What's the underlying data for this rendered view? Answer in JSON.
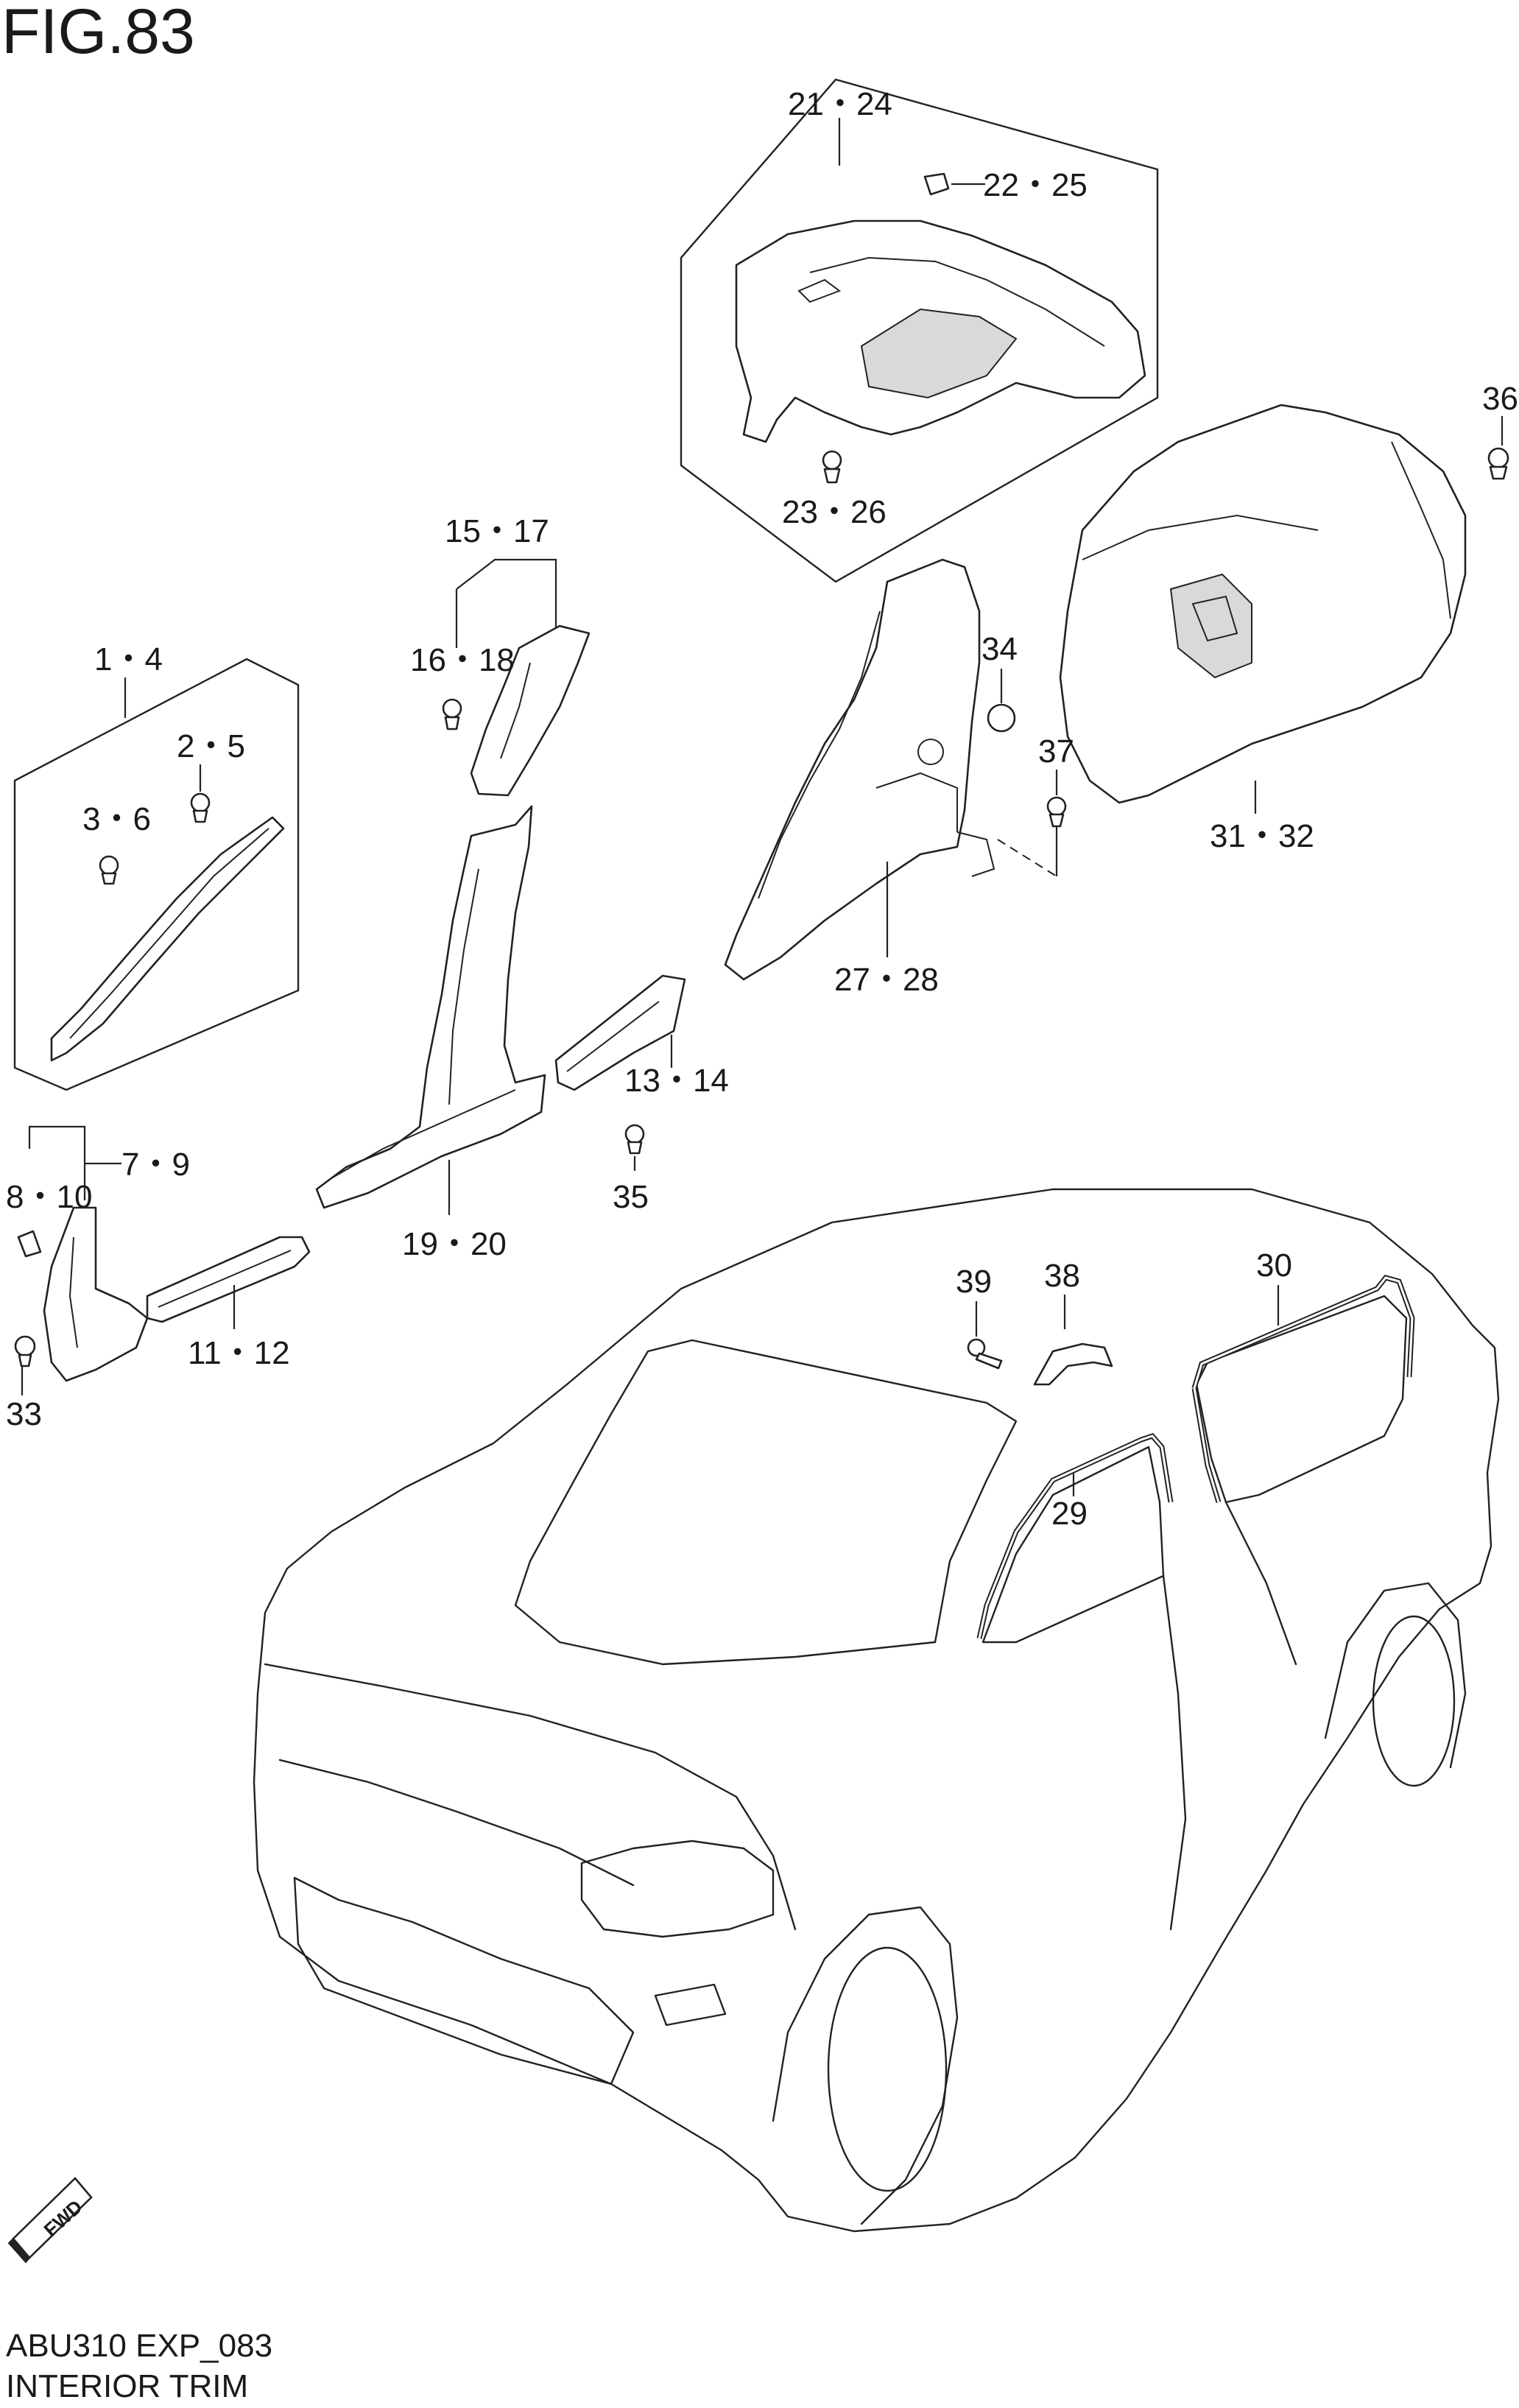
{
  "figure": {
    "title": "FIG.83",
    "code": "ABU310 EXP_083",
    "name": "INTERIOR TRIM"
  },
  "callouts": {
    "c21_24": "21・24",
    "c22_25": "22・25",
    "c23_26": "23・26",
    "c36": "36",
    "c15_17": "15・17",
    "c16_18": "16・18",
    "c1_4": "1・4",
    "c2_5": "2・5",
    "c3_6": "3・6",
    "c34": "34",
    "c37": "37",
    "c31_32": "31・32",
    "c27_28": "27・28",
    "c13_14": "13・14",
    "c35": "35",
    "c7_9": "7・9",
    "c8_10": "8・10",
    "c19_20": "19・20",
    "c11_12": "11・12",
    "c33": "33",
    "c39": "39",
    "c38": "38",
    "c30": "30",
    "c29": "29"
  },
  "direction_badge": "FWD"
}
